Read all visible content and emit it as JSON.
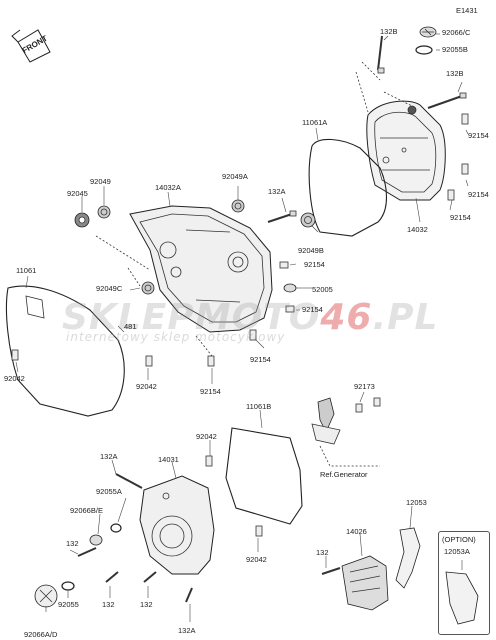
{
  "figure_id": "E1431",
  "front_label": "FRONT",
  "labels": [
    {
      "key": "e1431",
      "text": "E1431"
    },
    {
      "key": "l132b_top",
      "text": "132B"
    },
    {
      "key": "l92066c",
      "text": "92066/C"
    },
    {
      "key": "l92055b",
      "text": "92055B"
    },
    {
      "key": "l132b_r",
      "text": "132B"
    },
    {
      "key": "l11061a",
      "text": "11061A"
    },
    {
      "key": "l92154_r1",
      "text": "92154"
    },
    {
      "key": "l92154_r2",
      "text": "92154"
    },
    {
      "key": "l92154_r3",
      "text": "92154"
    },
    {
      "key": "l14032",
      "text": "14032"
    },
    {
      "key": "l92049",
      "text": "92049"
    },
    {
      "key": "l92045",
      "text": "92045"
    },
    {
      "key": "l14032a",
      "text": "14032A"
    },
    {
      "key": "l92049a",
      "text": "92049A"
    },
    {
      "key": "l132a_top",
      "text": "132A"
    },
    {
      "key": "l92049b",
      "text": "92049B"
    },
    {
      "key": "l92154_m1",
      "text": "92154"
    },
    {
      "key": "l11061",
      "text": "11061"
    },
    {
      "key": "l92049c",
      "text": "92049C"
    },
    {
      "key": "l52005",
      "text": "52005"
    },
    {
      "key": "l481",
      "text": "481"
    },
    {
      "key": "l92154_m2",
      "text": "92154"
    },
    {
      "key": "l92154_m3",
      "text": "92154"
    },
    {
      "key": "l92042_l",
      "text": "92042"
    },
    {
      "key": "l92042_m",
      "text": "92042"
    },
    {
      "key": "l92154_b",
      "text": "92154"
    },
    {
      "key": "l92173",
      "text": "92173"
    },
    {
      "key": "l11061b",
      "text": "11061B"
    },
    {
      "key": "l92042_c",
      "text": "92042"
    },
    {
      "key": "l132a_l",
      "text": "132A"
    },
    {
      "key": "l14031",
      "text": "14031"
    },
    {
      "key": "l92055a",
      "text": "92055A"
    },
    {
      "key": "l92066be",
      "text": "92066B/E"
    },
    {
      "key": "lrefgen",
      "text": "Ref.Generator"
    },
    {
      "key": "l12053",
      "text": "12053"
    },
    {
      "key": "l14026",
      "text": "14026"
    },
    {
      "key": "l132_l",
      "text": "132"
    },
    {
      "key": "l132_r",
      "text": "132"
    },
    {
      "key": "l92042_b",
      "text": "92042"
    },
    {
      "key": "l132_b1",
      "text": "132"
    },
    {
      "key": "l132_b2",
      "text": "132"
    },
    {
      "key": "l92055",
      "text": "92055"
    },
    {
      "key": "l92066ad",
      "text": "92066A/D"
    },
    {
      "key": "l132a_b",
      "text": "132A"
    },
    {
      "key": "loption",
      "text": "(OPTION)"
    },
    {
      "key": "l12053a",
      "text": "12053A"
    }
  ],
  "watermark": {
    "main_a": "SKLEP",
    "main_b": "MOTO",
    "main_c": "46",
    "main_d": ".PL",
    "sub": "internetowy sklep motocyklowy"
  }
}
